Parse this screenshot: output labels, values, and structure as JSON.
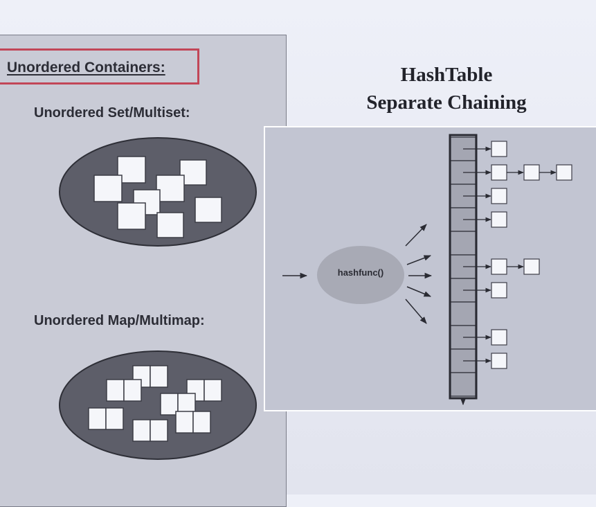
{
  "left": {
    "title": "Unordered Containers:",
    "set_heading": "Unordered Set/Multiset:",
    "map_heading": "Unordered Map/Multimap:"
  },
  "right": {
    "title_line1": "HashTable",
    "title_line2": "Separate Chaining",
    "hash_label": "hashfunc()"
  },
  "diagram": {
    "bucket_count": 11,
    "chains": [
      {
        "bucket": 0,
        "length": 1
      },
      {
        "bucket": 1,
        "length": 3
      },
      {
        "bucket": 2,
        "length": 1
      },
      {
        "bucket": 3,
        "length": 1
      },
      {
        "bucket": 5,
        "length": 2
      },
      {
        "bucket": 6,
        "length": 1
      },
      {
        "bucket": 8,
        "length": 1
      },
      {
        "bucket": 9,
        "length": 1
      }
    ]
  },
  "colors": {
    "panel": "#c9cbd6",
    "title_border": "#c24658",
    "ellipse_fill": "#5d5e69",
    "item_fill": "#f5f6fa",
    "bucket_fill": "#a4a6b2"
  }
}
